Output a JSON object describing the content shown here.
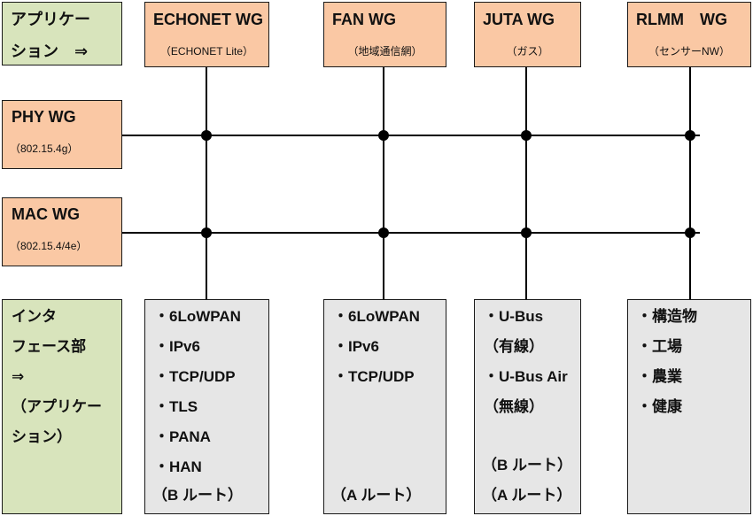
{
  "colors": {
    "application_fill": "#d8e4bc",
    "working_group_fill": "#fac8a4",
    "interface_fill": "#e6e6e6",
    "line": "#000000",
    "border": "#1a1a1a"
  },
  "application": {
    "lines": [
      "アプリケー",
      "ション　⇒"
    ]
  },
  "working_groups": [
    {
      "name": "ECHONET WG",
      "subtitle": "（ECHONET Lite）"
    },
    {
      "name": "FAN WG",
      "subtitle": "（地域通信網）"
    },
    {
      "name": "JUTA WG",
      "subtitle": "（ガス）"
    },
    {
      "name": "RLMM　WG",
      "subtitle": "（センサーNW）"
    }
  ],
  "layers": [
    {
      "name": "PHY WG",
      "subtitle": "（802.15.4g）"
    },
    {
      "name": "MAC WG",
      "subtitle": "（802.15.4/4e）"
    }
  ],
  "interface": {
    "lines": [
      "インタ",
      "フェース部",
      "⇒",
      "（アプリケー",
      "ション）"
    ]
  },
  "interfaces": [
    {
      "items": [
        "・6LoWPAN",
        "・IPv6",
        "・TCP/UDP",
        "・TLS",
        "・PANA",
        "・HAN"
      ],
      "routes": [
        "（B ルート）"
      ]
    },
    {
      "items": [
        "・6LoWPAN",
        "・IPv6",
        "・TCP/UDP"
      ],
      "routes": [
        "（A ルート）"
      ]
    },
    {
      "items": [
        "・U-Bus",
        "（有線）",
        "・U-Bus Air",
        "（無線）"
      ],
      "routes": [
        "（B ルート）",
        "（A ルート）"
      ]
    },
    {
      "items": [
        "・構造物",
        "・工場",
        "・農業",
        "・健康"
      ],
      "routes": []
    }
  ]
}
